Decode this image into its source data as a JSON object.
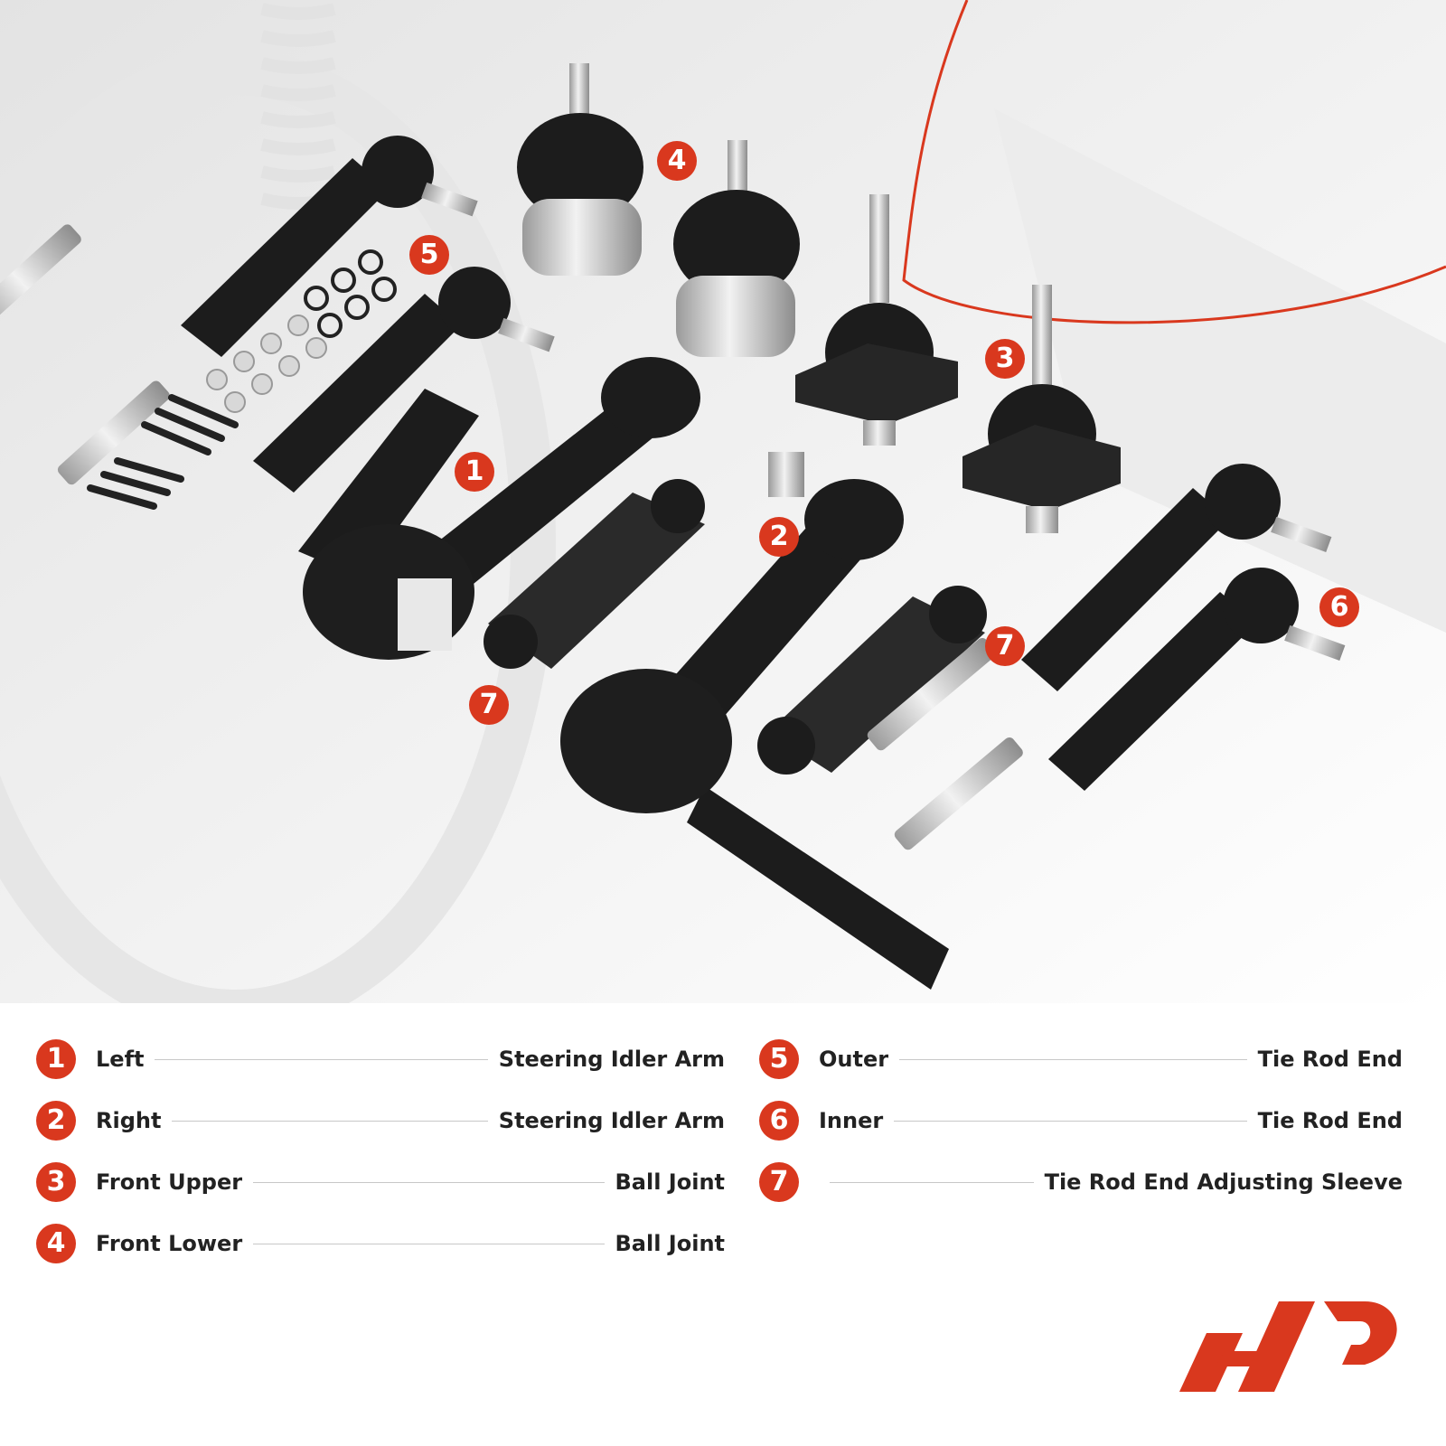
{
  "colors": {
    "accent": "#d9381e",
    "part": "#1c1c1c",
    "chrome": "#cfcfcf"
  },
  "callouts": [
    "1",
    "2",
    "3",
    "4",
    "5",
    "6",
    "7",
    "7"
  ],
  "legend": [
    {
      "num": "1",
      "lead": "Left",
      "trail": "Steering Idler Arm"
    },
    {
      "num": "2",
      "lead": "Right",
      "trail": "Steering Idler Arm"
    },
    {
      "num": "3",
      "lead": "Front Upper",
      "trail": "Ball Joint"
    },
    {
      "num": "4",
      "lead": "Front Lower",
      "trail": "Ball Joint"
    },
    {
      "num": "5",
      "lead": "Outer",
      "trail": "Tie Rod End"
    },
    {
      "num": "6",
      "lead": "Inner",
      "trail": "Tie Rod End"
    },
    {
      "num": "7",
      "lead": "",
      "trail": "Tie Rod End Adjusting Sleeve"
    }
  ]
}
